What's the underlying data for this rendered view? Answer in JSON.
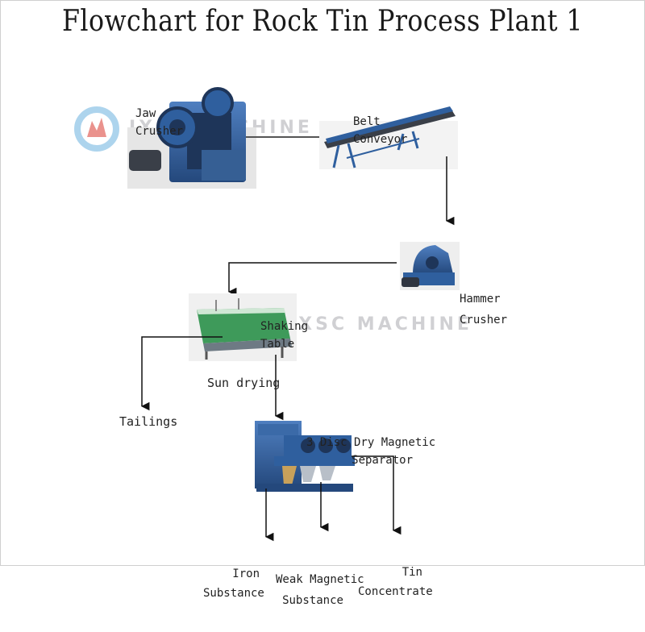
{
  "title": "Flowchart for Rock Tin Process Plant 1",
  "watermark": "JXSC MACHINE",
  "nodes": {
    "jaw_crusher": [
      "Jaw",
      "Crusher"
    ],
    "belt_conveyor": [
      "Belt",
      "Conveyor"
    ],
    "hammer_crusher": [
      "Hammer",
      "Crusher"
    ],
    "shaking_table": [
      "Shaking",
      "Table"
    ],
    "separator": [
      "3 Disc Dry Magnetic",
      "Separator"
    ]
  },
  "edge_labels": {
    "sun_drying": "Sun drying"
  },
  "outputs": {
    "tailings": "Tailings",
    "iron": [
      "Iron",
      "Substance"
    ],
    "weak_magnetic": [
      "Weak Magnetic",
      "Substance"
    ],
    "tin": [
      "Tin",
      "Concentrate"
    ]
  },
  "colors": {
    "machine_blue": "#2f5f9e",
    "machine_dark": "#1e3559",
    "table_green": "#3e9a5a",
    "line": "#111111",
    "logo_blue": "#4aa0d8",
    "logo_red": "#d9382f"
  }
}
